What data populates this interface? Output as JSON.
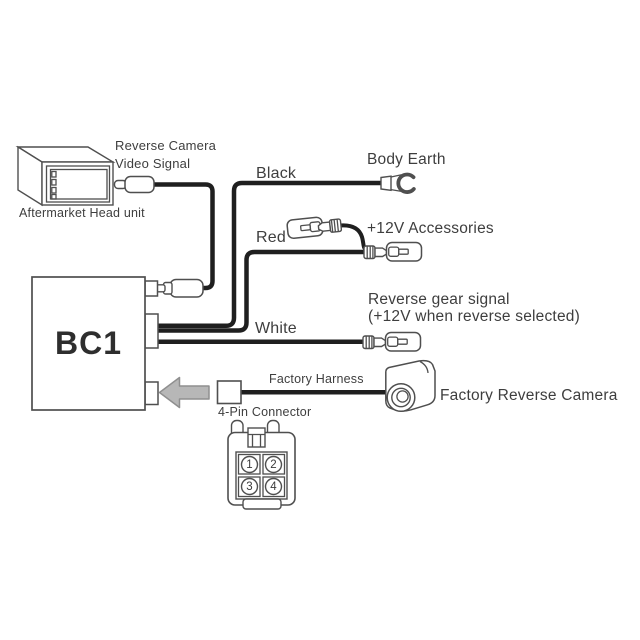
{
  "diagram": {
    "head_unit": {
      "caption": "Aftermarket Head unit",
      "signal_label_line1": "Reverse Camera",
      "signal_label_line2": "Video Signal"
    },
    "adapter": {
      "label": "BC1"
    },
    "wires": {
      "black": {
        "label": "Black",
        "destination": "Body Earth"
      },
      "red": {
        "label": "Red",
        "destination": "+12V Accessories"
      },
      "white": {
        "label": "White",
        "destination_line1": "Reverse gear signal",
        "destination_line2": "(+12V when reverse selected)"
      }
    },
    "harness": {
      "label": "Factory Harness",
      "connector_caption": "4-Pin Connector",
      "camera_caption": "Factory Reverse Camera",
      "pin_labels": [
        "1",
        "2",
        "3",
        "4"
      ]
    },
    "colors": {
      "background": "#ffffff",
      "line_art": "#4f4f4f",
      "wire": "#1f1f1f",
      "text": "#3e3e3e",
      "arrow_fill": "#b7b7b7",
      "arrow_outline": "#8f8f8f"
    },
    "icons": [
      "head-unit-icon",
      "rca-jack-icon",
      "rca-plug-icon",
      "fork-terminal-icon",
      "spade-terminal-icon",
      "connector-housing-icon",
      "arrow-left-icon",
      "camera-icon",
      "four-pin-connector-icon"
    ]
  }
}
